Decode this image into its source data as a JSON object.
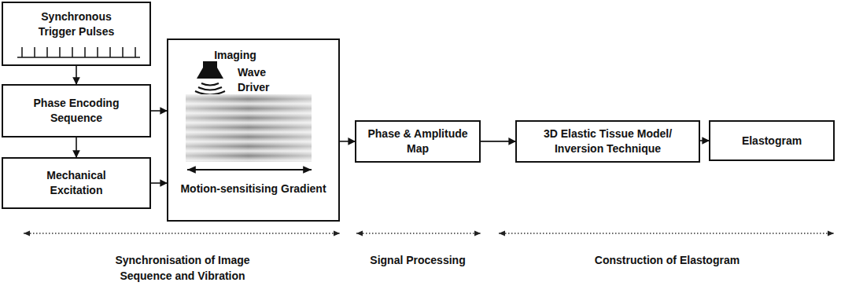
{
  "diagram": {
    "nodes": [
      {
        "text": [
          "Synchronous Trigger Pulses"
        ]
      },
      {
        "text": [
          "Phase Encoding Sequence"
        ]
      },
      {
        "text": [
          "Mechanical Excitation"
        ]
      },
      {
        "text": [
          "Imaging",
          "Wave Driver",
          "Motion-sensitising Gradient"
        ]
      },
      {
        "text": [
          "Phase & Amplitude Map"
        ]
      },
      {
        "text": [
          "3D Elastic Tissue Model/ Inversion Technique"
        ]
      },
      {
        "text": [
          "Elastogram"
        ]
      }
    ],
    "edges": [
      {
        "from": 0,
        "to": 1,
        "arrow": "to"
      },
      {
        "from": 1,
        "to": 2,
        "arrow": "to"
      },
      {
        "from": 1,
        "to": 3,
        "arrow": "to"
      },
      {
        "from": 2,
        "to": 3,
        "arrow": "to"
      },
      {
        "from": 3,
        "to": 4,
        "arrow": "to"
      },
      {
        "from": 4,
        "to": 5,
        "arrow": "to"
      },
      {
        "from": 5,
        "to": 6,
        "arrow": "to"
      }
    ],
    "labels": [
      "Synchronisation of Image Sequence and Vibration",
      "Signal Processing",
      "Construction of Elastogram"
    ]
  }
}
